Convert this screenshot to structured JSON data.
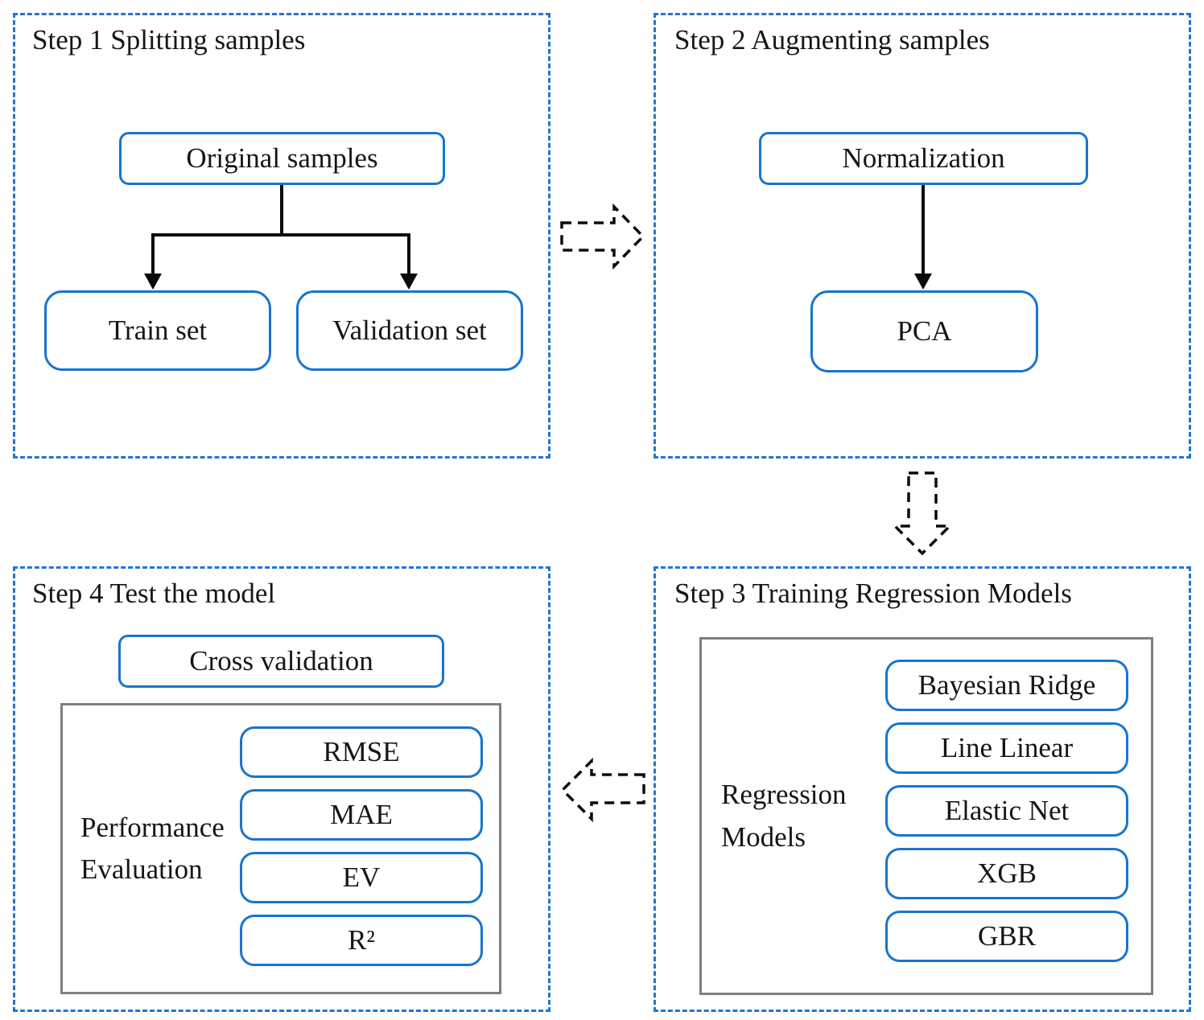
{
  "palette": {
    "panel-border": "#2176d2",
    "box-border": "#1774cf",
    "gray-border": "#7f7f7f",
    "ink": "#161616",
    "arrow": "#0b0b0b"
  },
  "panels": {
    "step1": {
      "title": "Step 1 Splitting samples",
      "original": "Original samples",
      "train": "Train set",
      "validation": "Validation set"
    },
    "step2": {
      "title": "Step 2 Augmenting samples",
      "normalization": "Normalization",
      "pca": "PCA"
    },
    "step3": {
      "title": "Step 3 Training Regression Models",
      "group_label_line1": "Regression",
      "group_label_line2": "Models",
      "models": [
        "Bayesian Ridge",
        "Line Linear",
        "Elastic Net",
        "XGB",
        "GBR"
      ]
    },
    "step4": {
      "title": "Step 4 Test the model",
      "cross_validation": "Cross validation",
      "group_label_line1": "Performance",
      "group_label_line2": "Evaluation",
      "metrics": [
        "RMSE",
        "MAE",
        "EV",
        "R²"
      ]
    }
  }
}
